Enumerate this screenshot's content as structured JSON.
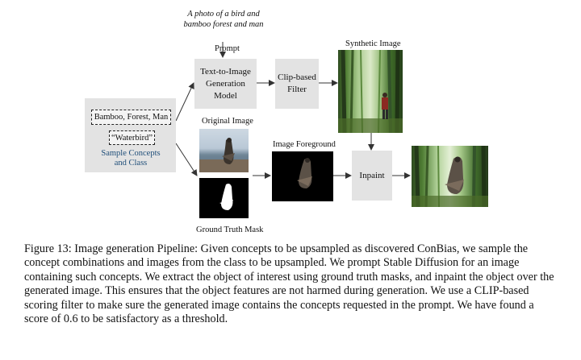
{
  "prompt": {
    "text_line1": "A photo of a bird and",
    "text_line2": "bamboo forest and man",
    "label": "Prompt"
  },
  "concepts_panel": {
    "concepts": "Bamboo, Forest, Man",
    "class_name": "“Waterbird”",
    "caption_line1": "Sample Concepts",
    "caption_line2": "and Class"
  },
  "t2i_model": {
    "line1": "Text-to-Image",
    "line2": "Generation",
    "line3": "Model"
  },
  "clip_filter": {
    "line1": "Clip-based",
    "line2": "Filter"
  },
  "labels": {
    "synthetic_image": "Synthetic Image",
    "original_image": "Original Image",
    "image_foreground": "Image Foreground",
    "ground_truth_mask": "Ground Truth Mask"
  },
  "inpaint": {
    "label": "Inpaint"
  },
  "caption": "Figure 13: Image generation Pipeline: Given concepts to be upsampled as discovered ConBias, we sample the concept combinations and images from the class to be upsampled. We prompt Stable Diffusion for an image containing such concepts. We extract the object of interest using ground truth masks, and inpaint the object over the generated image. This ensures that the object features are not harmed during generation. We use a CLIP-based scoring filter to make sure the generated image contains the concepts requested in the prompt. We have found a score of 0.6 to be satisfactory as a threshold.",
  "colors": {
    "box_fill": "#e3e3e3",
    "concepts_caption": "#1f4e79",
    "bamboo_green": "#3f6b2a",
    "arrow": "#333333"
  }
}
